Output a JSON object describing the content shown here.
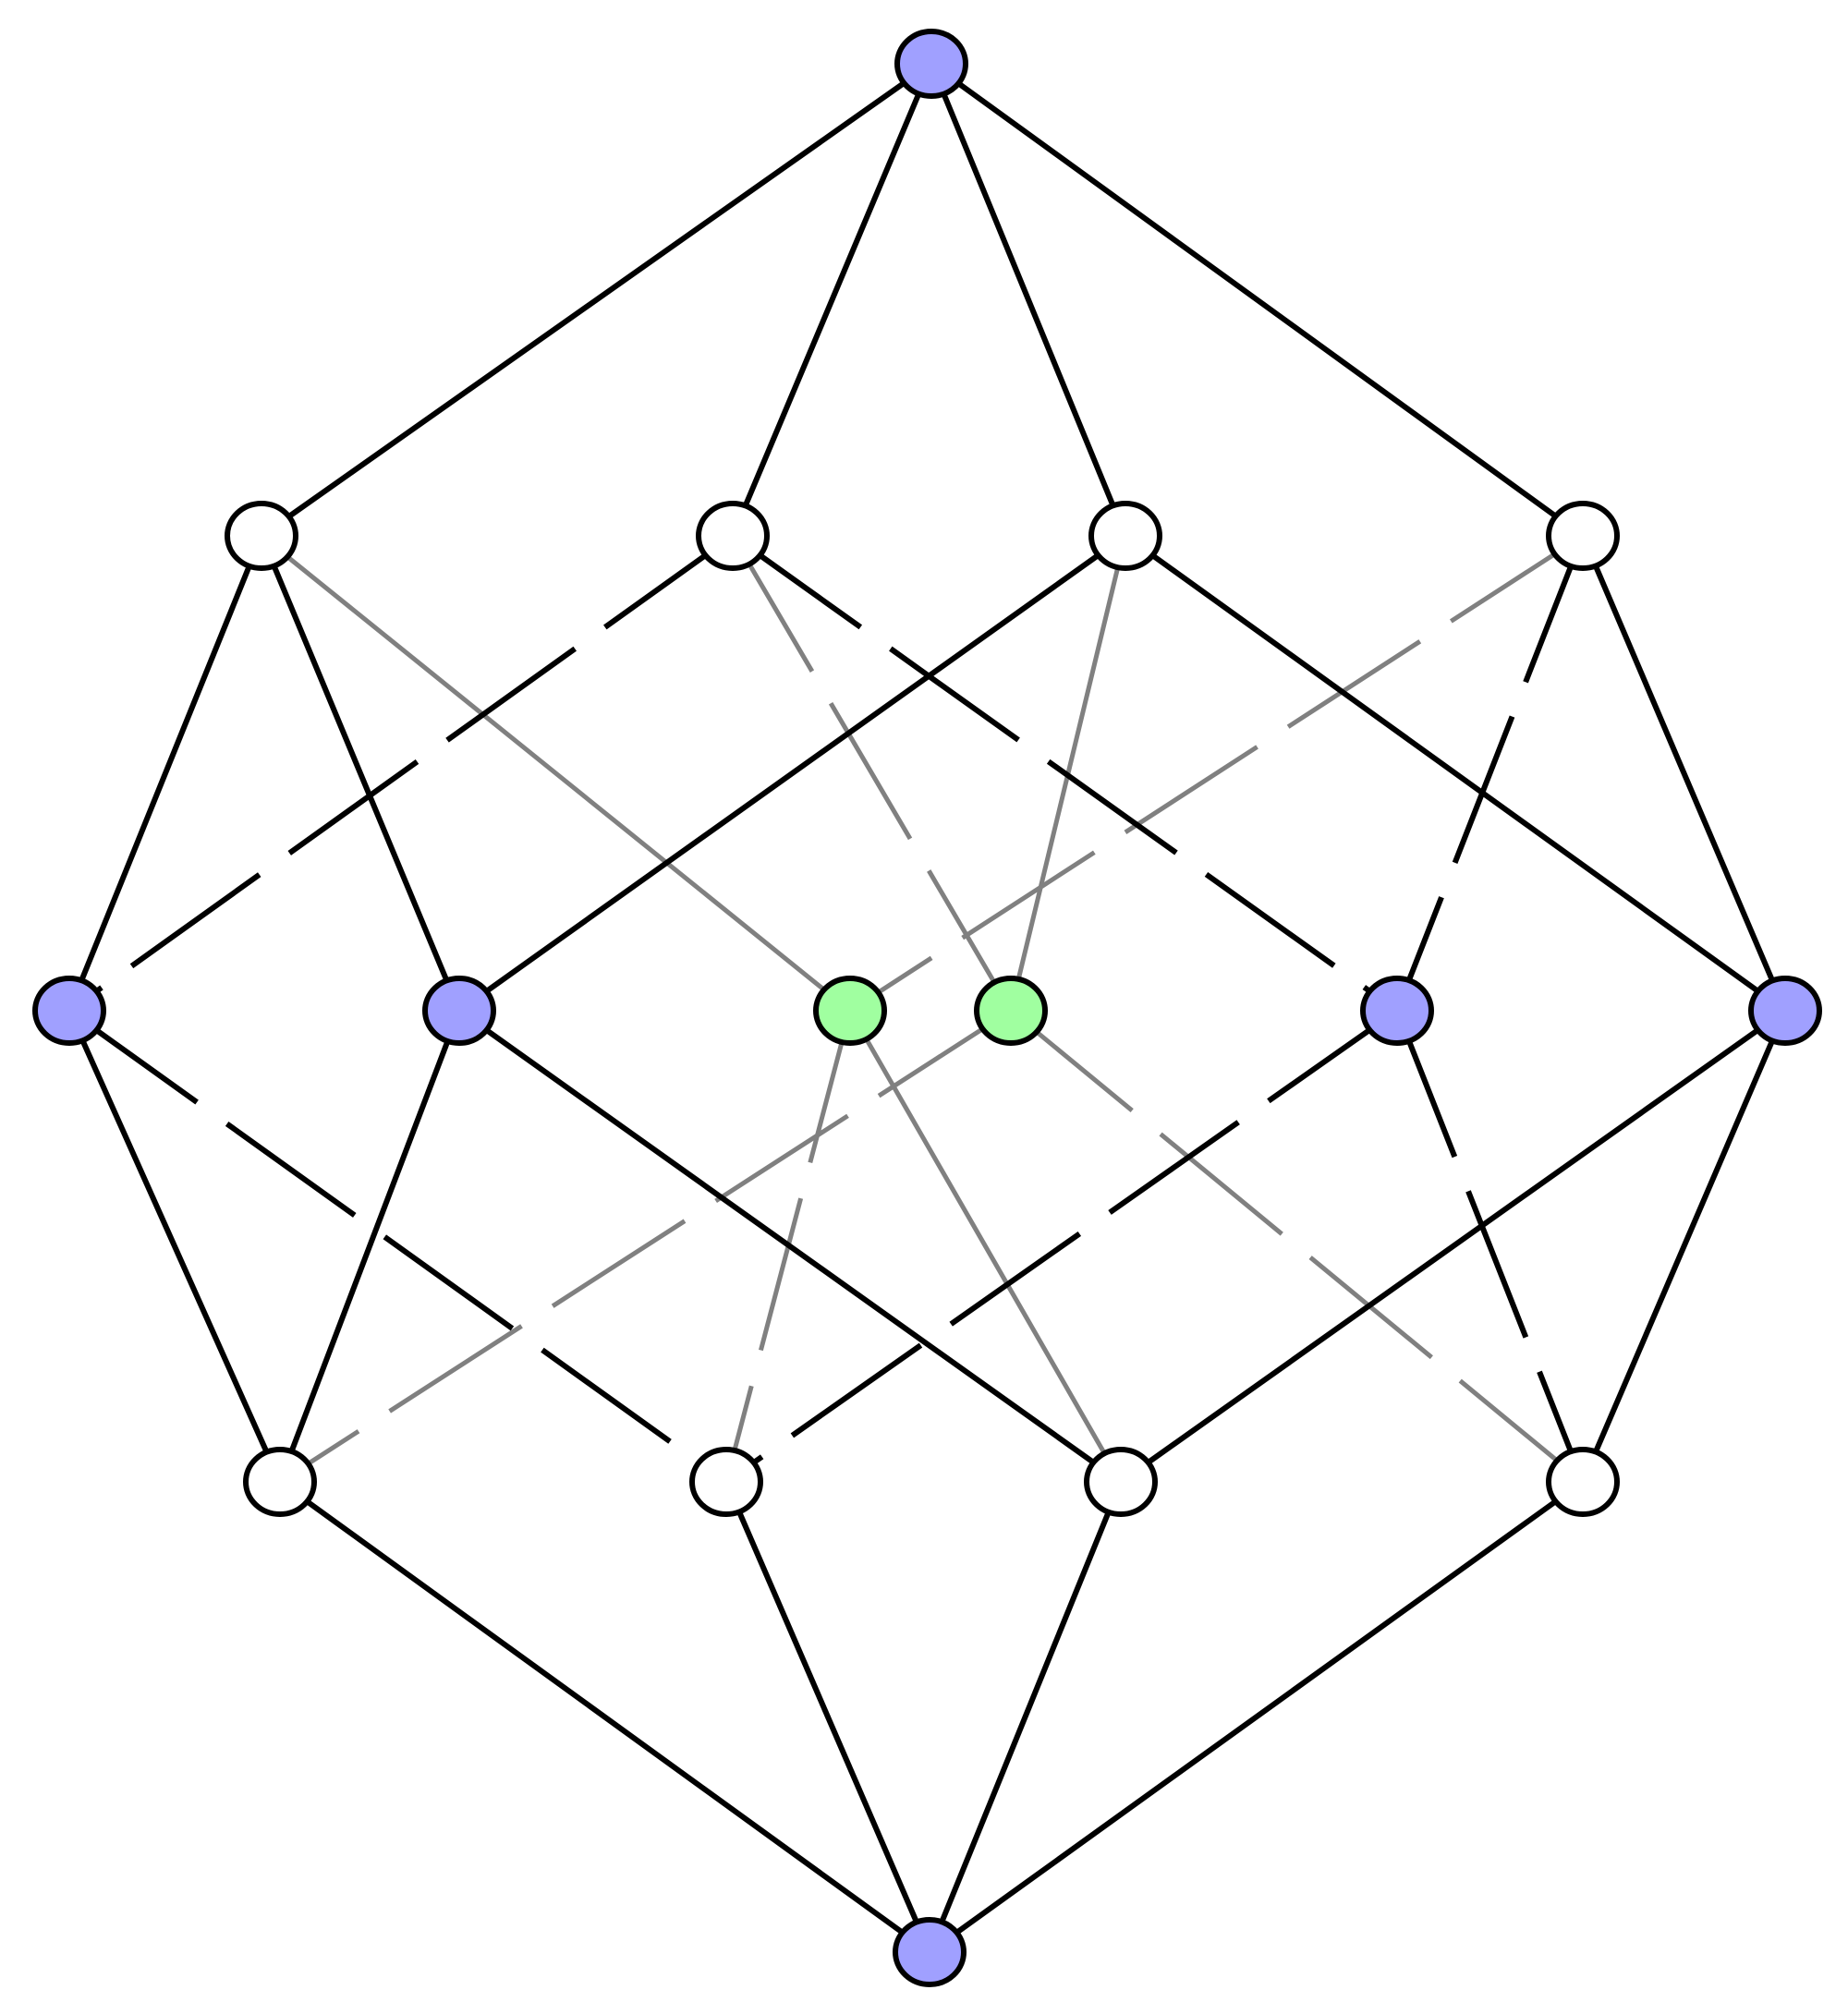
{
  "diagram": {
    "type": "graph",
    "colors": {
      "background": "#ffffff",
      "edge_front": "#000000",
      "edge_back": "#808080",
      "node_stroke": "#000000",
      "node_outer": "#a0a0ff",
      "node_plain": "#ffffff",
      "node_inner": "#a0ffa0"
    },
    "nodes": [
      {
        "id": "n-top",
        "kind": "outer"
      },
      {
        "id": "n-upper-1",
        "kind": "plain"
      },
      {
        "id": "n-upper-2",
        "kind": "plain"
      },
      {
        "id": "n-upper-3",
        "kind": "plain"
      },
      {
        "id": "n-upper-4",
        "kind": "plain"
      },
      {
        "id": "n-mid-left",
        "kind": "outer"
      },
      {
        "id": "n-mid-inner-left",
        "kind": "outer"
      },
      {
        "id": "n-center-left",
        "kind": "inner"
      },
      {
        "id": "n-center-right",
        "kind": "inner"
      },
      {
        "id": "n-mid-inner-right",
        "kind": "outer"
      },
      {
        "id": "n-mid-right",
        "kind": "outer"
      },
      {
        "id": "n-lower-1",
        "kind": "plain"
      },
      {
        "id": "n-lower-2",
        "kind": "plain"
      },
      {
        "id": "n-lower-3",
        "kind": "plain"
      },
      {
        "id": "n-lower-4",
        "kind": "plain"
      },
      {
        "id": "n-bottom",
        "kind": "outer"
      }
    ],
    "edges": [
      {
        "from": "n-top",
        "to": "n-upper-1",
        "layer": "front"
      },
      {
        "from": "n-top",
        "to": "n-upper-2",
        "layer": "front"
      },
      {
        "from": "n-top",
        "to": "n-upper-3",
        "layer": "front"
      },
      {
        "from": "n-top",
        "to": "n-upper-4",
        "layer": "front"
      },
      {
        "from": "n-upper-1",
        "to": "n-mid-left",
        "layer": "front"
      },
      {
        "from": "n-upper-1",
        "to": "n-mid-inner-left",
        "layer": "front"
      },
      {
        "from": "n-upper-1",
        "to": "n-center-left",
        "layer": "back"
      },
      {
        "from": "n-upper-2",
        "to": "n-mid-left",
        "layer": "front",
        "dashed": true
      },
      {
        "from": "n-upper-2",
        "to": "n-mid-inner-right",
        "layer": "front",
        "dashed": true
      },
      {
        "from": "n-upper-2",
        "to": "n-center-right",
        "layer": "back",
        "dashed": true
      },
      {
        "from": "n-upper-3",
        "to": "n-mid-inner-left",
        "layer": "front"
      },
      {
        "from": "n-upper-3",
        "to": "n-mid-right",
        "layer": "front"
      },
      {
        "from": "n-upper-3",
        "to": "n-center-right",
        "layer": "back"
      },
      {
        "from": "n-upper-4",
        "to": "n-mid-right",
        "layer": "front"
      },
      {
        "from": "n-upper-4",
        "to": "n-mid-inner-right",
        "layer": "front",
        "dashed": true
      },
      {
        "from": "n-upper-4",
        "to": "n-center-left",
        "layer": "back",
        "dashed": true
      },
      {
        "from": "n-mid-left",
        "to": "n-lower-1",
        "layer": "front"
      },
      {
        "from": "n-mid-left",
        "to": "n-lower-2",
        "layer": "front",
        "dashed": true
      },
      {
        "from": "n-mid-inner-left",
        "to": "n-lower-1",
        "layer": "front"
      },
      {
        "from": "n-mid-inner-left",
        "to": "n-lower-3",
        "layer": "front"
      },
      {
        "from": "n-center-left",
        "to": "n-lower-2",
        "layer": "back",
        "dashed": true
      },
      {
        "from": "n-center-left",
        "to": "n-lower-3",
        "layer": "back"
      },
      {
        "from": "n-center-right",
        "to": "n-lower-1",
        "layer": "back",
        "dashed": true
      },
      {
        "from": "n-center-right",
        "to": "n-lower-4",
        "layer": "back",
        "dashed": true
      },
      {
        "from": "n-mid-inner-right",
        "to": "n-lower-2",
        "layer": "front",
        "dashed": true
      },
      {
        "from": "n-mid-inner-right",
        "to": "n-lower-4",
        "layer": "front",
        "dashed": true
      },
      {
        "from": "n-mid-right",
        "to": "n-lower-3",
        "layer": "front"
      },
      {
        "from": "n-mid-right",
        "to": "n-lower-4",
        "layer": "front"
      },
      {
        "from": "n-lower-1",
        "to": "n-bottom",
        "layer": "front"
      },
      {
        "from": "n-lower-2",
        "to": "n-bottom",
        "layer": "front"
      },
      {
        "from": "n-lower-3",
        "to": "n-bottom",
        "layer": "front"
      },
      {
        "from": "n-lower-4",
        "to": "n-bottom",
        "layer": "front"
      }
    ]
  }
}
